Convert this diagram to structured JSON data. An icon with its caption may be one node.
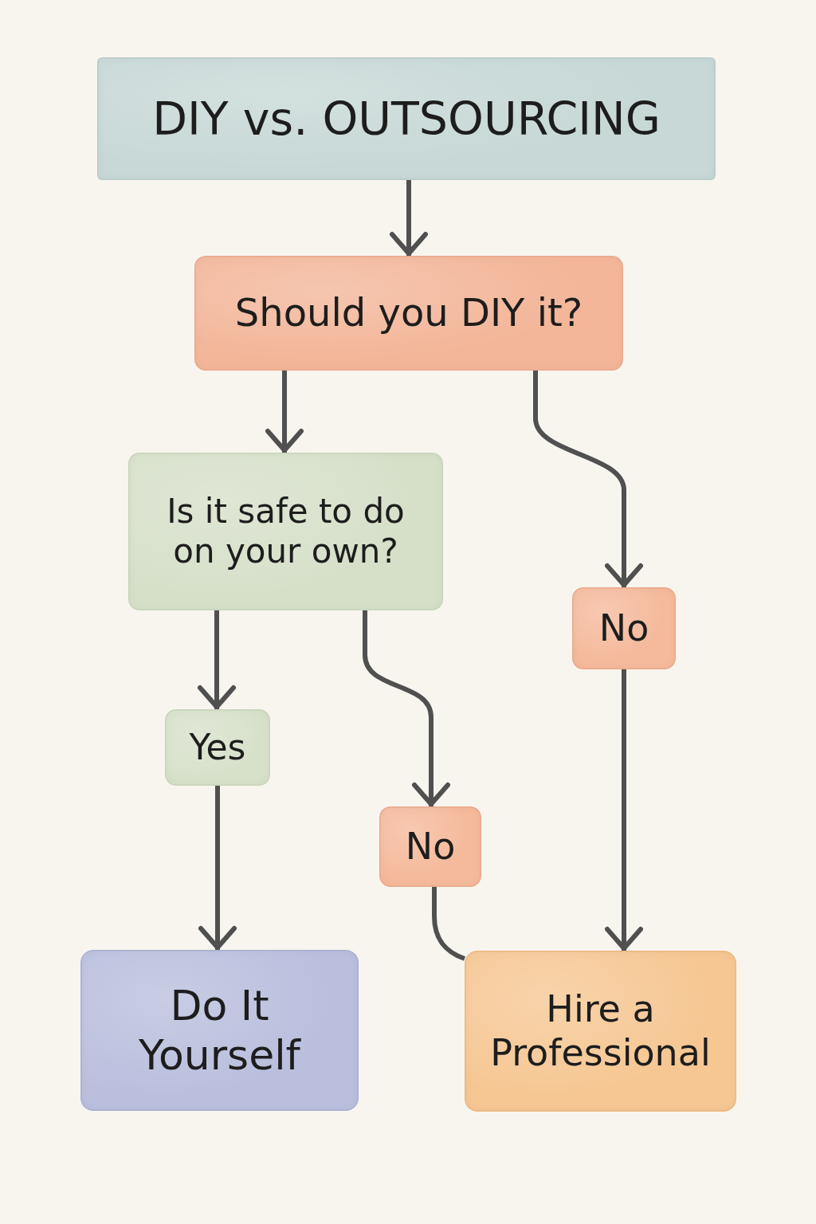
{
  "diagram": {
    "nodes": [
      {
        "text": [
          "DIY vs. OUTSOURCING"
        ]
      },
      {
        "text": [
          "Should you DIY it?"
        ]
      },
      {
        "text": [
          "Is it safe to do on your own?"
        ]
      },
      {
        "text": [
          "No"
        ]
      },
      {
        "text": [
          "Yes"
        ]
      },
      {
        "text": [
          "No"
        ]
      },
      {
        "text": [
          "Do It Yourself"
        ]
      },
      {
        "text": [
          "Hire a Professional"
        ]
      }
    ],
    "edges": [
      {
        "from": 0,
        "to": 1,
        "arrow": "to"
      },
      {
        "from": 1,
        "to": 2,
        "arrow": "to"
      },
      {
        "from": 1,
        "to": 3,
        "arrow": "to"
      },
      {
        "from": 2,
        "to": 4,
        "arrow": "to"
      },
      {
        "from": 2,
        "to": 5,
        "arrow": "to"
      },
      {
        "from": 3,
        "to": 7,
        "arrow": "to"
      },
      {
        "from": 4,
        "to": 6,
        "arrow": "to"
      },
      {
        "from": 5,
        "to": 7,
        "arrow": "none"
      }
    ]
  }
}
